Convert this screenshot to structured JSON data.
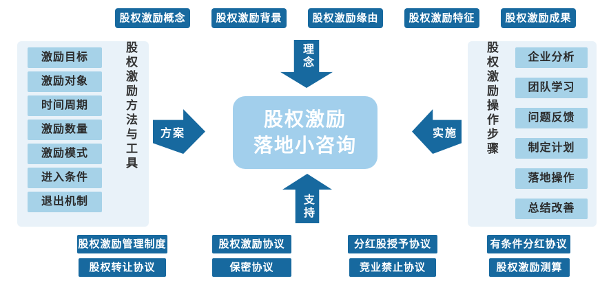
{
  "colors": {
    "dark_blue": "#17699F",
    "light_blue": "#A6D2E8",
    "panel_bg": "#E9F2F9",
    "center_blue": "#A2CFEC",
    "text_dark": "#2B2B2B"
  },
  "top_buttons": [
    "股权激励概念",
    "股权激励背景",
    "股权激励缘由",
    "股权激励特征",
    "股权激励成果"
  ],
  "left_panel": {
    "vertical_label": "股权激励方法与工具",
    "items": [
      "激励目标",
      "激励对象",
      "时间周期",
      "激励数量",
      "激励模式",
      "进入条件",
      "退出机制"
    ]
  },
  "right_panel": {
    "vertical_label": "股权激励操作步骤",
    "items": [
      "企业分析",
      "团队学习",
      "问题反馈",
      "制定计划",
      "落地操作",
      "总结改善"
    ]
  },
  "center": {
    "line1": "股权激励",
    "line2": "落地小咨询"
  },
  "arrows": {
    "top": "理念",
    "left": "方案",
    "right": "实施",
    "bottom": "支持"
  },
  "bottom_buttons": {
    "row1": [
      "股权激励管理制度",
      "股权激励协议",
      "分红股授予协议",
      "有条件分红协议"
    ],
    "row2": [
      "股权转让协议",
      "保密协议",
      "竞业禁止协议",
      "股权激励测算"
    ]
  }
}
